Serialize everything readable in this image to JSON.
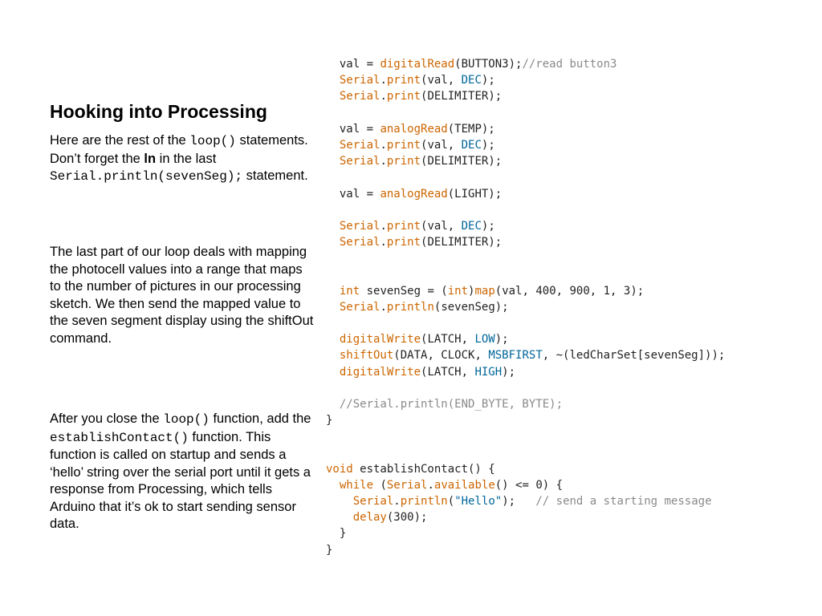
{
  "title": "Hooking into Processing",
  "para1": {
    "t1": "Here are the rest of the ",
    "c1": "loop()",
    "t2": " statements.  Don’t forget the ",
    "b1": "ln",
    "t3": " in the last ",
    "c2": "Serial.println(sevenSeg);",
    "t4": " statement."
  },
  "para2": "The last part of our loop deals with mapping the photocell values into a range that maps to the number of pictures in our processing sketch. We then send the mapped value to the seven segment display using the shiftOut command.",
  "para3": {
    "t1": "After you close the ",
    "c1": "loop()",
    "t2": "  function, add the ",
    "c2": "establishContact()",
    "t3": " function.  This function is called on startup and sends a ‘hello’ string over the serial port until it gets a response from Processing, which tells Arduino that it’s ok to start sending sensor data."
  },
  "code": {
    "l1": {
      "a": "  val = ",
      "b": "digitalRead",
      "c": "(BUTTON3);",
      "d": "//read button3"
    },
    "l2": {
      "a": "  ",
      "b": "Serial",
      "c": ".",
      "d": "print",
      "e": "(val, ",
      "f": "DEC",
      "g": ");"
    },
    "l3": {
      "a": "  ",
      "b": "Serial",
      "c": ".",
      "d": "print",
      "e": "(DELIMITER);"
    },
    "l5": {
      "a": "  val = ",
      "b": "analogRead",
      "c": "(TEMP);"
    },
    "l6": {
      "a": "  ",
      "b": "Serial",
      "c": ".",
      "d": "print",
      "e": "(val, ",
      "f": "DEC",
      "g": ");"
    },
    "l7": {
      "a": "  ",
      "b": "Serial",
      "c": ".",
      "d": "print",
      "e": "(DELIMITER);"
    },
    "l9": {
      "a": "  val = ",
      "b": "analogRead",
      "c": "(LIGHT);"
    },
    "l11": {
      "a": "  ",
      "b": "Serial",
      "c": ".",
      "d": "print",
      "e": "(val, ",
      "f": "DEC",
      "g": ");"
    },
    "l12": {
      "a": "  ",
      "b": "Serial",
      "c": ".",
      "d": "print",
      "e": "(DELIMITER);"
    },
    "l15": {
      "a": "  ",
      "b": "int",
      "c": " sevenSeg = (",
      "d": "int",
      "e": ")",
      "f": "map",
      "g": "(val, 400, 900, 1, 3);"
    },
    "l16": {
      "a": "  ",
      "b": "Serial",
      "c": ".",
      "d": "println",
      "e": "(sevenSeg);"
    },
    "l18": {
      "a": "  ",
      "b": "digitalWrite",
      "c": "(LATCH, ",
      "d": "LOW",
      "e": ");"
    },
    "l19": {
      "a": "  ",
      "b": "shiftOut",
      "c": "(DATA, CLOCK, ",
      "d": "MSBFIRST",
      "e": ", ~(ledCharSet[sevenSeg]));"
    },
    "l20": {
      "a": "  ",
      "b": "digitalWrite",
      "c": "(LATCH, ",
      "d": "HIGH",
      "e": ");"
    },
    "l22": {
      "a": "  ",
      "b": "//Serial.println(END_BYTE, BYTE);"
    },
    "l23": {
      "a": "}"
    },
    "l26": {
      "a": "void",
      "b": " establishContact() {"
    },
    "l27": {
      "a": "  ",
      "b": "while",
      "c": " (",
      "d": "Serial",
      "e": ".",
      "f": "available",
      "g": "() <= 0) {"
    },
    "l28": {
      "a": "    ",
      "b": "Serial",
      "c": ".",
      "d": "println",
      "e": "(",
      "f": "\"Hello\"",
      "g": ");   ",
      "h": "// send a starting message"
    },
    "l29": {
      "a": "    ",
      "b": "delay",
      "c": "(300);"
    },
    "l30": {
      "a": "  }"
    },
    "l31": {
      "a": "}"
    }
  },
  "colors": {
    "keyword_orange": "#cc6600",
    "constant_blue": "#006699",
    "comment_gray": "#8a8a8a"
  }
}
